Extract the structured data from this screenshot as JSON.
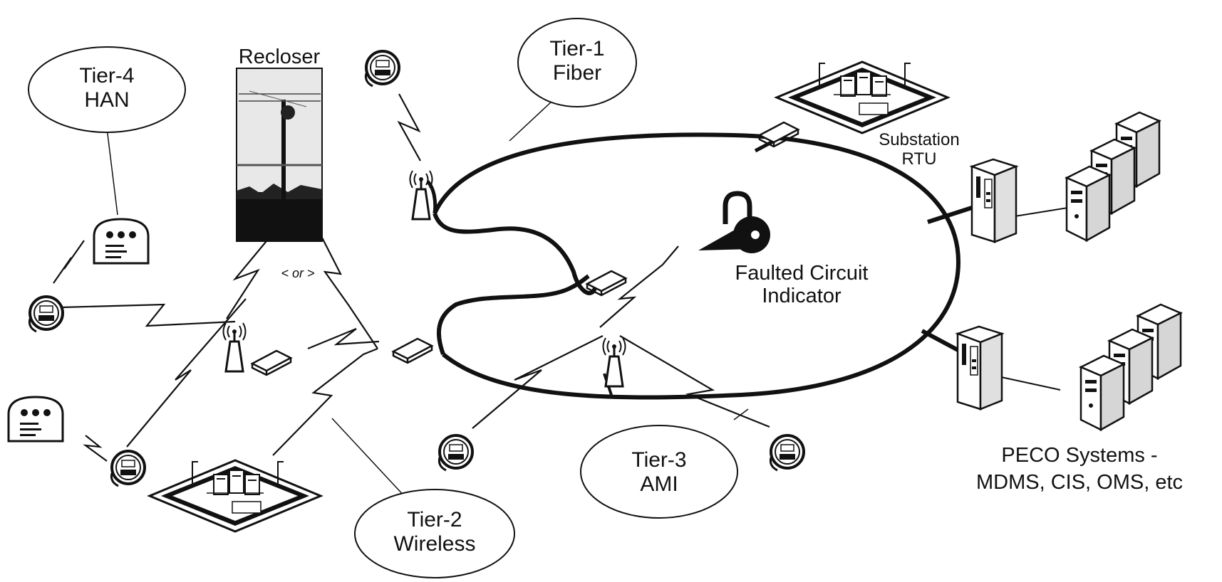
{
  "labels": {
    "tier1": {
      "line1": "Tier-1",
      "line2": "Fiber"
    },
    "tier2": {
      "line1": "Tier-2",
      "line2": "Wireless"
    },
    "tier3": {
      "line1": "Tier-3",
      "line2": "AMI"
    },
    "tier4": {
      "line1": "Tier-4",
      "line2": "HAN"
    },
    "recloser": "Recloser",
    "or": "< or >",
    "fci": {
      "line1": "Faulted Circuit",
      "line2": "Indicator"
    },
    "rtu": {
      "line1": "Substation",
      "line2": "RTU"
    },
    "peco": {
      "line1": "PECO Systems -",
      "line2": "MDMS, CIS, OMS, etc"
    }
  },
  "icons": [
    "smart-meter-icon",
    "han-device-icon",
    "radio-tower-icon",
    "modem-icon",
    "server-icon",
    "substation-icon",
    "recloser-pole-icon",
    "faulted-circuit-indicator-icon",
    "lightning-link-icon"
  ]
}
